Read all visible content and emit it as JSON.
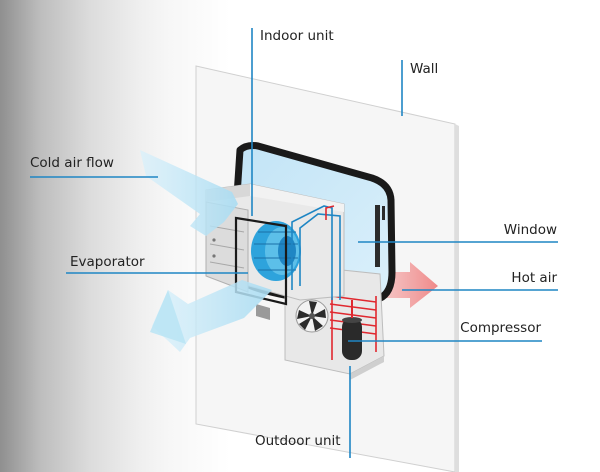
{
  "labels": {
    "indoor_unit": "Indoor unit",
    "wall": "Wall",
    "cold_air_flow": "Cold air flow",
    "window": "Window",
    "evaporator": "Evaporator",
    "hot_air": "Hot air",
    "compressor": "Compressor",
    "outdoor_unit": "Outdoor unit"
  },
  "colors": {
    "leader_line": "#1f86c4",
    "cold_air": "#b9e4f5",
    "hot_air": "#f08a8a",
    "window_glass": "#cfeaf8",
    "window_frame": "#1a1a1a",
    "wall": "#f6f6f6",
    "unit_casing": "#e6e6e6",
    "fan": "#2ea3dc",
    "coil_hot": "#e0282f",
    "coil_cold": "#1f86c4"
  }
}
